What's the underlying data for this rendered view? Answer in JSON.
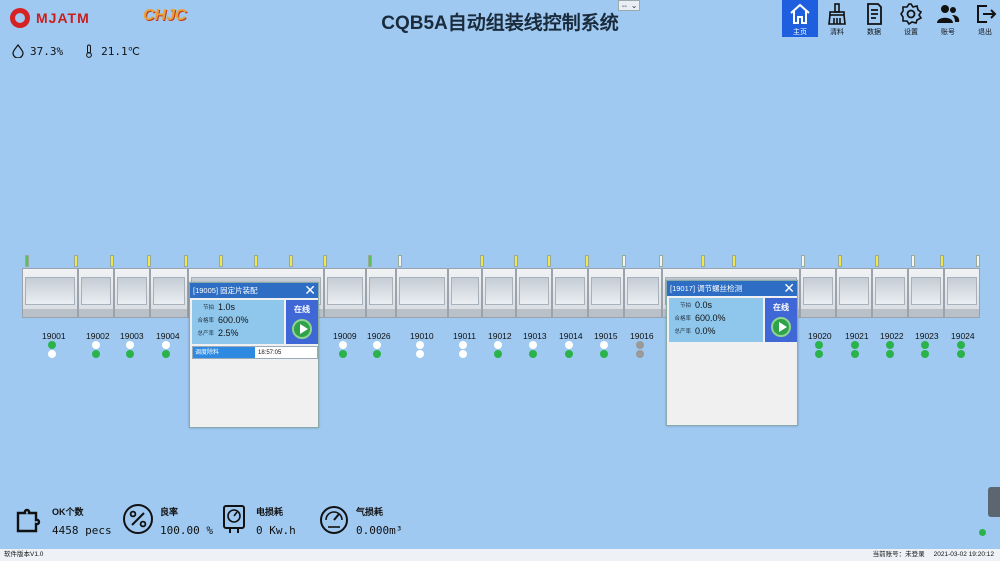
{
  "brand": {
    "left": "MJATM",
    "right": "CHJC"
  },
  "title": "CQB5A自动组装线控制系统",
  "window_control": "⇔ ⌄",
  "nav": [
    {
      "label": "主页",
      "icon": "home-icon",
      "active": true
    },
    {
      "label": "清料",
      "icon": "broom-icon",
      "active": false
    },
    {
      "label": "数据",
      "icon": "document-icon",
      "active": false
    },
    {
      "label": "设置",
      "icon": "gear-icon",
      "active": false
    },
    {
      "label": "账号",
      "icon": "users-icon",
      "active": false
    },
    {
      "label": "退出",
      "icon": "logout-icon",
      "active": false
    }
  ],
  "env": {
    "humidity": "37.3%",
    "temperature": "21.1℃"
  },
  "stations": [
    {
      "id": "19001",
      "dots": [
        "g",
        "w"
      ]
    },
    {
      "id": "19002",
      "dots": [
        "w",
        "g"
      ]
    },
    {
      "id": "19003",
      "dots": [
        "w",
        "g"
      ]
    },
    {
      "id": "19004",
      "dots": [
        "w",
        "g"
      ]
    },
    {
      "id": "19009",
      "dots": [
        "w",
        "g"
      ]
    },
    {
      "id": "19026",
      "dots": [
        "w",
        "g"
      ]
    },
    {
      "id": "19010",
      "dots": [
        "w",
        "w"
      ]
    },
    {
      "id": "19011",
      "dots": [
        "w",
        "w"
      ]
    },
    {
      "id": "19012",
      "dots": [
        "w",
        "g"
      ]
    },
    {
      "id": "19013",
      "dots": [
        "w",
        "g"
      ]
    },
    {
      "id": "19014",
      "dots": [
        "w",
        "g"
      ]
    },
    {
      "id": "19015",
      "dots": [
        "w",
        "g"
      ]
    },
    {
      "id": "19016",
      "dots": [
        "gr",
        "gr"
      ]
    },
    {
      "id": "19020",
      "dots": [
        "g",
        "g"
      ]
    },
    {
      "id": "19021",
      "dots": [
        "g",
        "g"
      ]
    },
    {
      "id": "19022",
      "dots": [
        "g",
        "g"
      ]
    },
    {
      "id": "19023",
      "dots": [
        "g",
        "g"
      ]
    },
    {
      "id": "19024",
      "dots": [
        "g",
        "g"
      ]
    }
  ],
  "popup1": {
    "title": "[19005] 固定片装配",
    "labels": {
      "cycle": "节拍",
      "pass_rate": "合格率",
      "ratio": "总产率"
    },
    "cycle": "1.0s",
    "pass_rate": "600.0%",
    "ratio": "2.5%",
    "status": "在线",
    "task_name": "调度除料",
    "task_time": "18:57:05"
  },
  "popup2": {
    "title": "[19017] 调节螺丝检测",
    "labels": {
      "cycle": "节拍",
      "pass_rate": "合格率",
      "ratio": "总产率"
    },
    "cycle": "0.0s",
    "pass_rate": "600.0%",
    "ratio": "0.0%",
    "status": "在线"
  },
  "stats": {
    "ok": {
      "title": "OK个数",
      "value": "4458 pecs"
    },
    "yield": {
      "title": "良率",
      "value": "100.00 %"
    },
    "power": {
      "title": "电损耗",
      "value": "0 Kw.h"
    },
    "gas": {
      "title": "气损耗",
      "value": "0.000m³"
    }
  },
  "footer": {
    "version": "软件版本V1.0",
    "account_label": "当前账号：未登录",
    "datetime": "2021-03-02 19:20:12"
  },
  "colors": {
    "background": "#9fc9f1",
    "accent": "#1e5fe0",
    "ok_green": "#29b34a",
    "popup_head": "#2d6ec4"
  }
}
